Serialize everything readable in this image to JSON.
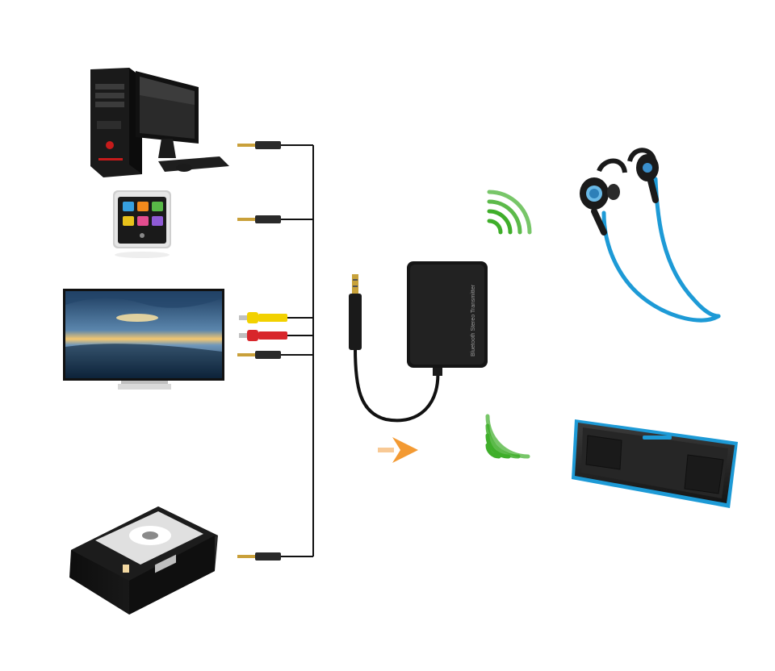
{
  "diagram": {
    "transmitter": {
      "label": "Bluetooth Stereo Transmitter",
      "body_color": "#151515"
    },
    "sources": [
      {
        "name": "desktop computer",
        "icon": "desktop-pc-icon"
      },
      {
        "name": "portable media player",
        "icon": "media-player-icon"
      },
      {
        "name": "television",
        "icon": "tv-icon"
      },
      {
        "name": "cd player",
        "icon": "cd-player-icon"
      }
    ],
    "receivers": [
      {
        "name": "wireless earphones",
        "icon": "earphones-icon"
      },
      {
        "name": "bluetooth speaker",
        "icon": "speaker-icon"
      }
    ],
    "colors": {
      "signal_waves": "#3fae2a",
      "arrow": "#f39a33",
      "cable": "#111111",
      "receiver_accent": "#1d9ad6",
      "rca_yellow": "#f2d100",
      "rca_red": "#d8262b"
    }
  }
}
